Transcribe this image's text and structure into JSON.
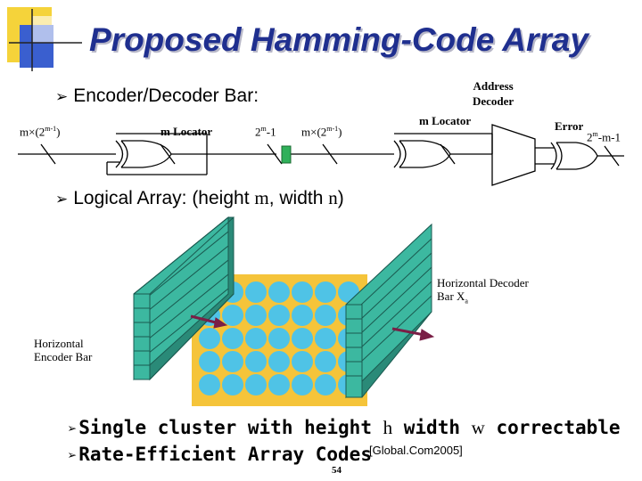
{
  "title": "Proposed Hamming-Code Array",
  "bullets": {
    "encoder_decoder": "Encoder/Decoder Bar:",
    "logical_array": "Logical Array: (height ",
    "logical_array_m": "m",
    "logical_array_mid": ", width ",
    "logical_array_n": "n",
    "logical_array_end": ")",
    "single_cluster_a": "Single cluster with height ",
    "single_cluster_h": "h",
    "single_cluster_b": " width ",
    "single_cluster_w": "w",
    "single_cluster_c": " correctable",
    "rate_efficient": "Rate-Efficient Array Codes",
    "citation": "[Global.Com2005]"
  },
  "diagram_labels": {
    "mx_left": "m×(2",
    "mx_left_sup": "m-1",
    "mx_left_end": ")",
    "m_locator_1": "m Locator",
    "two_m_minus_1_base": "2",
    "two_m_minus_1_sup": "m",
    "two_m_minus_1_end": "-1",
    "mx_mid": "m×(2",
    "mx_mid_sup": "m-1",
    "mx_mid_end": ")",
    "address_decoder_1": "Address",
    "address_decoder_2": "Decoder",
    "m_locator_2": "m Locator",
    "error": "Error",
    "two_m_m_1_base": "2",
    "two_m_m_1_sup": "m",
    "two_m_m_1_end": "-m-1",
    "horizontal_decoder_1": "Horizontal Decoder",
    "horizontal_decoder_2": "Bar X",
    "horizontal_decoder_sub": "a",
    "horizontal_encoder_1": "Horizontal",
    "horizontal_encoder_2": "Encoder Bar"
  },
  "page_number": "54",
  "colors": {
    "title": "#1f2f8f",
    "bar_face": "#3cb8a0",
    "array_bg": "#f5c43a",
    "array_cells": "#4fc3e6",
    "arrow": "#7a1f46",
    "green_box": "#2fb05a"
  }
}
